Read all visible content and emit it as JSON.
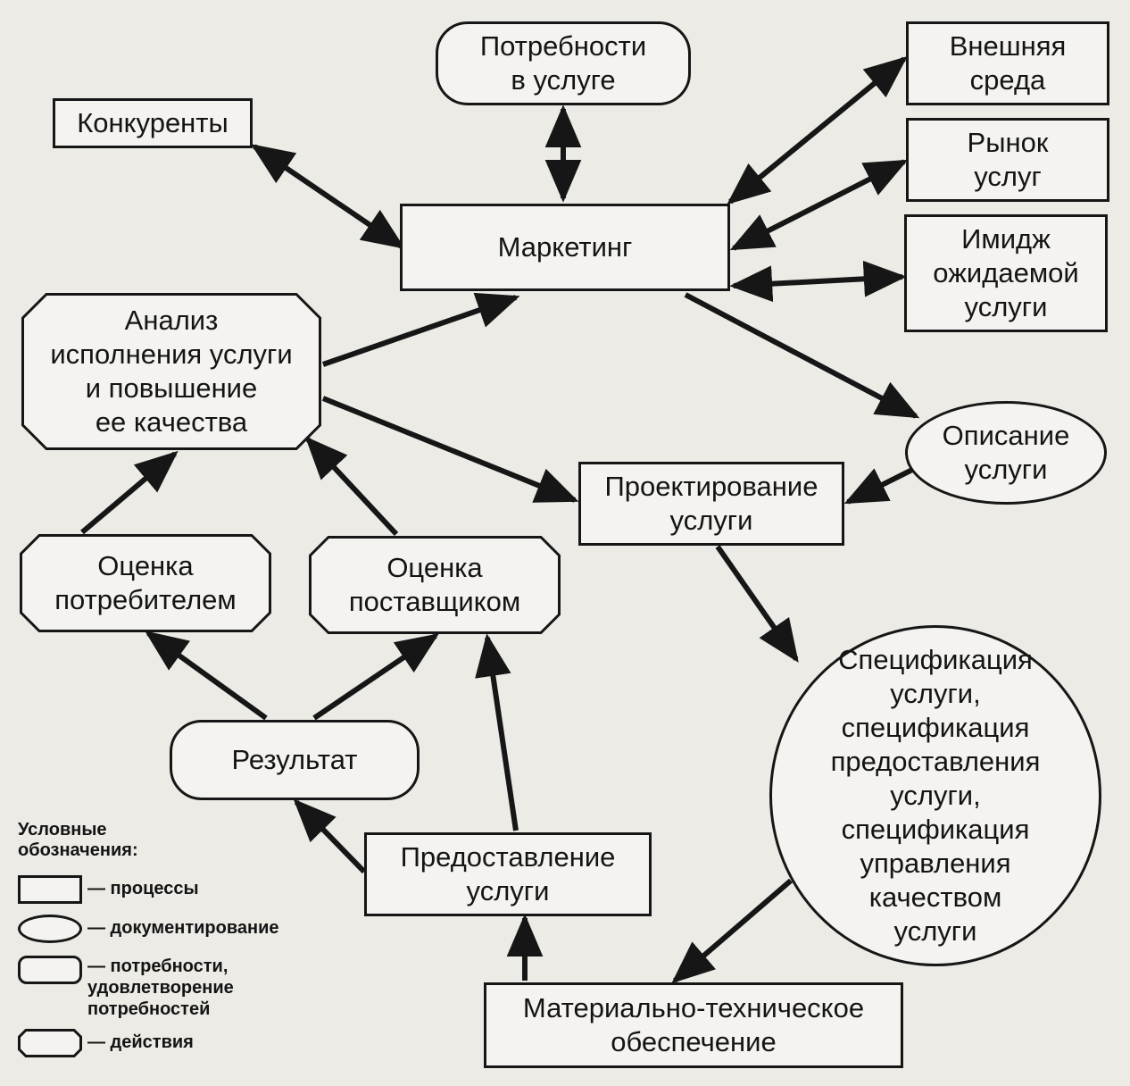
{
  "nodes": {
    "needs": "Потребности\nв услуге",
    "competitors": "Конкуренты",
    "external": "Внешняя\nсреда",
    "market": "Рынок\nуслуг",
    "image": "Имидж\nожидаемой\nуслуги",
    "marketing": "Маркетинг",
    "analysis": "Анализ\nисполнения услуги\nи повышение\nее качества",
    "description": "Описание\nуслуги",
    "design": "Проектирование\nуслуги",
    "consumer_eval": "Оценка\nпотребителем",
    "supplier_eval": "Оценка\nпоставщиком",
    "spec": "Спецификация\nуслуги,\nспецификация\nпредоставления\nуслуги,\nспецификация\nуправления\nкачеством\nуслуги",
    "result": "Результат",
    "delivery": "Предоставление\nуслуги",
    "logistics": "Материально-техническое\nобеспечение"
  },
  "legend": {
    "title": "Условные\nобозначения:",
    "processes": "— процессы",
    "documenting": "— документирование",
    "needs": "— потребности,\nудовлетворение\nпотребностей",
    "actions": "— действия"
  },
  "colors": {
    "ink": "#161616",
    "paper": "#ecebe6",
    "box": "#f4f3ef"
  }
}
